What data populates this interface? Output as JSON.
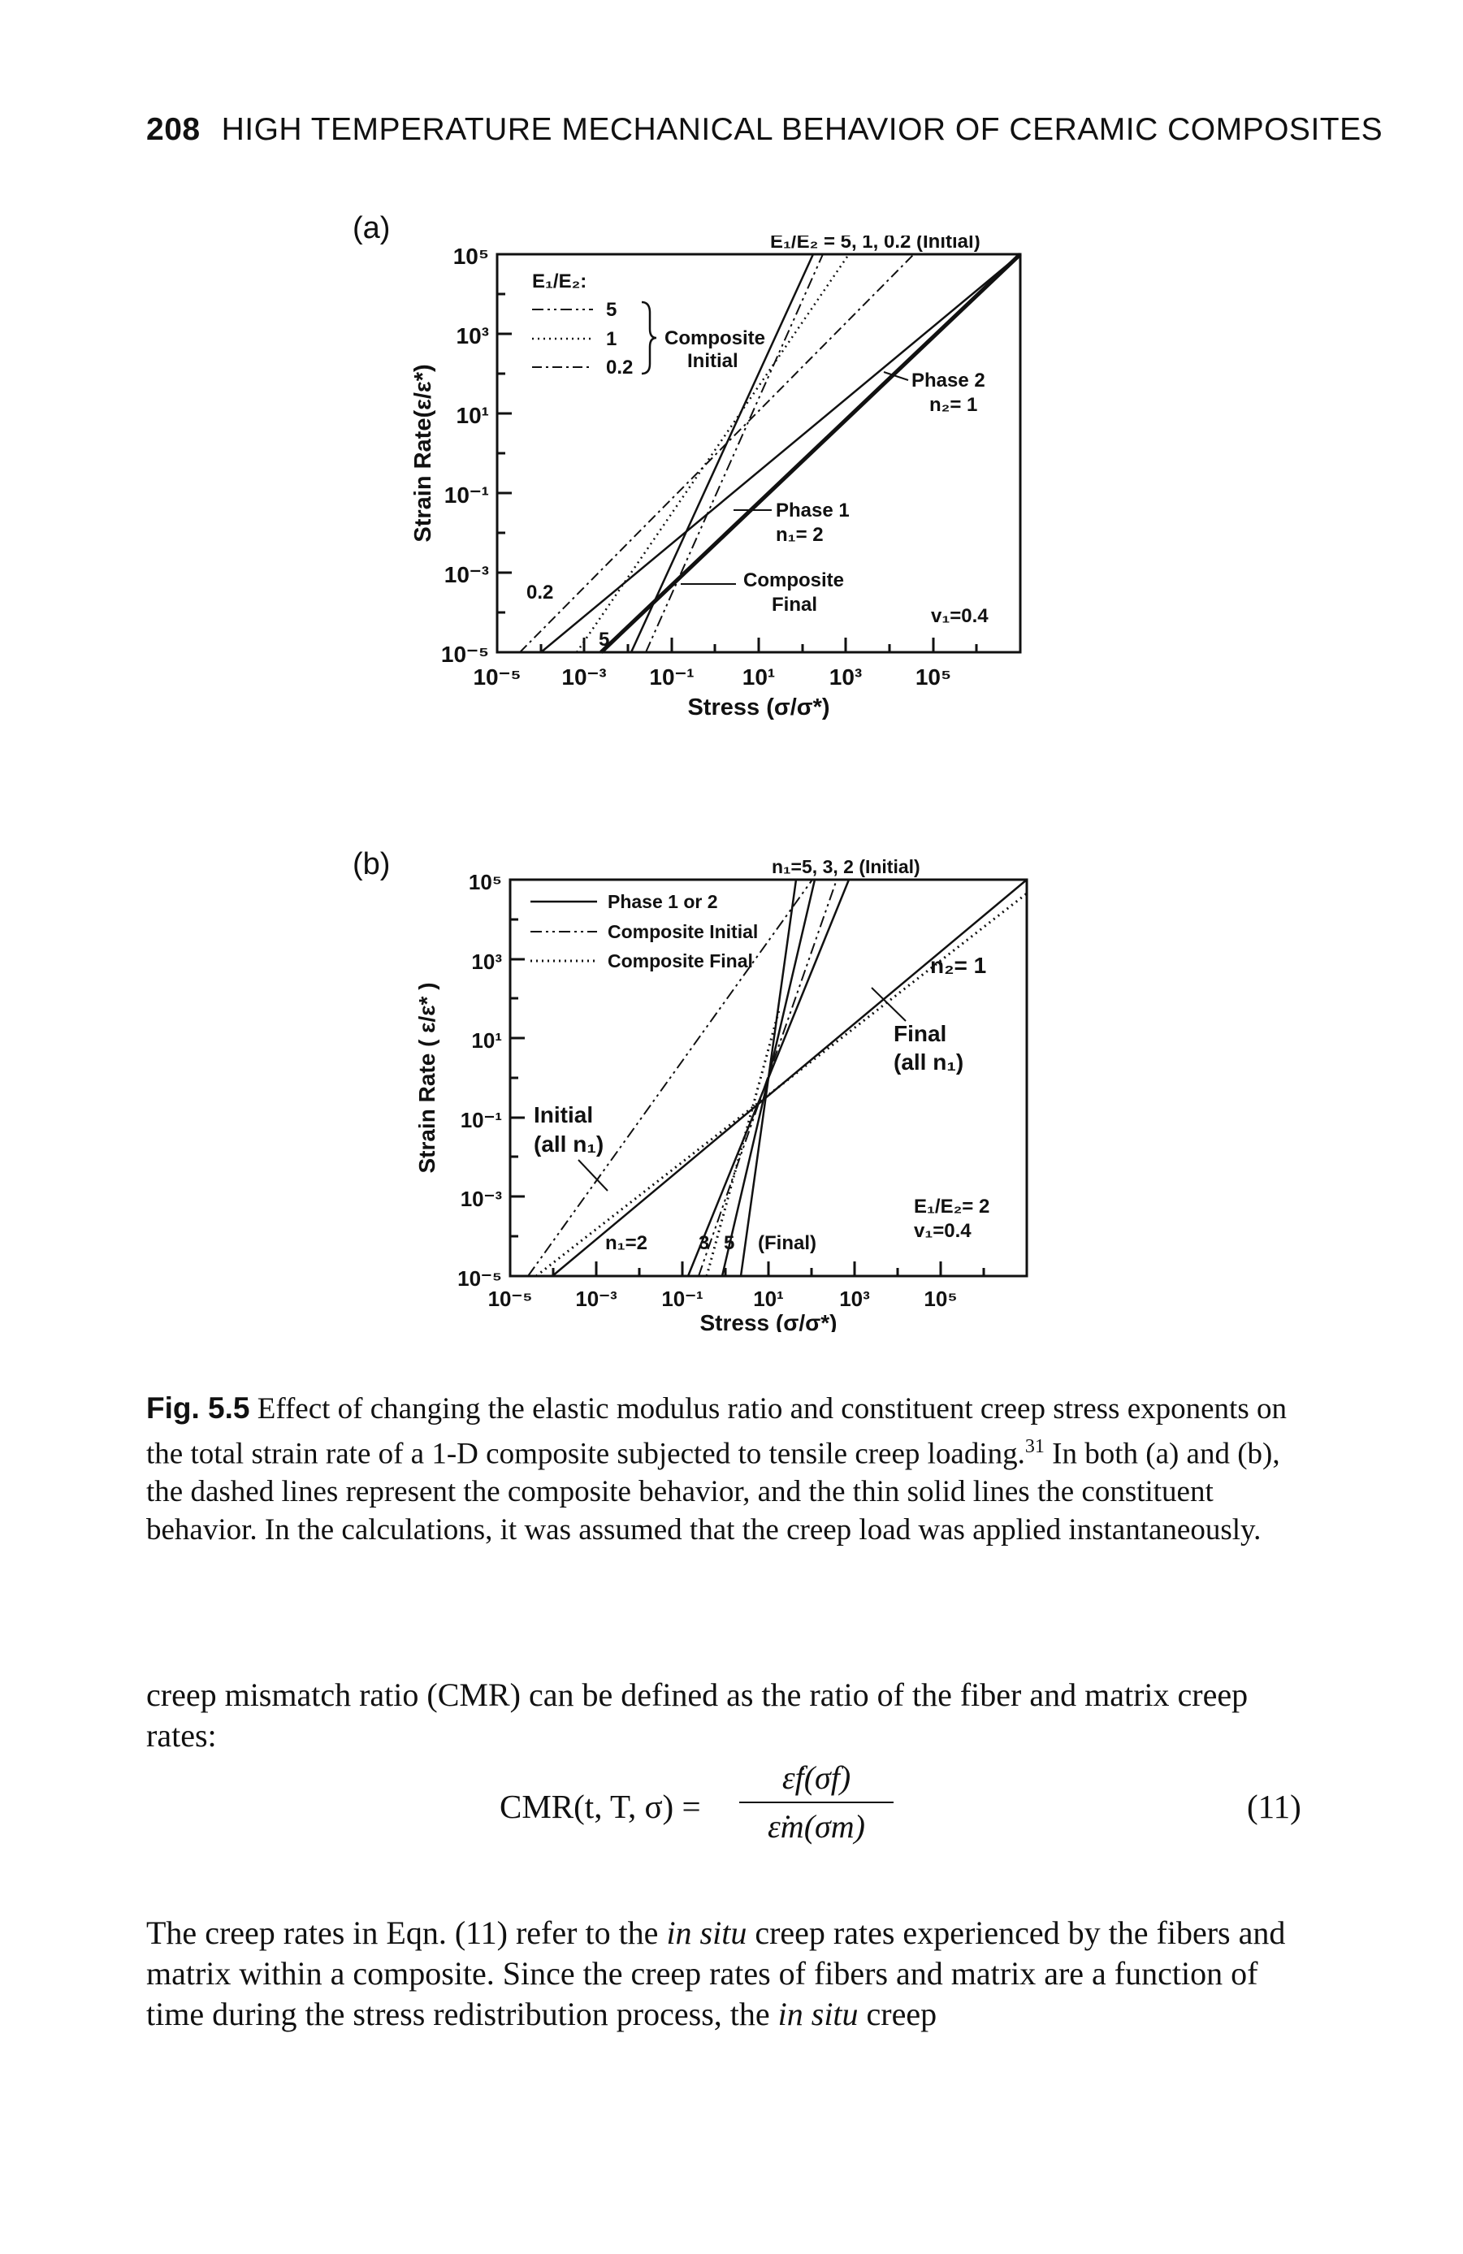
{
  "header": {
    "page_number": "208",
    "running_title": "HIGH TEMPERATURE MECHANICAL BEHAVIOR OF CERAMIC COMPOSITES"
  },
  "figure_a": {
    "panel_label": "(a)",
    "ylabel": "Strain Rate(ε/ε*)",
    "xlabel": "Stress (σ/σ*)",
    "x_ticks": [
      "10⁻⁵",
      "10⁻³",
      "10⁻¹",
      "10¹",
      "10³",
      "10⁵"
    ],
    "y_ticks": [
      "10⁵",
      "10³",
      "10¹",
      "10⁻¹",
      "10⁻³",
      "10⁻⁵"
    ],
    "top_annotation": "E₁/E₂ = 5,  1,  0.2 (Initial)",
    "legend_title": "E₁/E₂:",
    "legend_items": [
      "5",
      "1",
      "0.2"
    ],
    "legend_group_label": [
      "Composite",
      "Initial"
    ],
    "label_phase2": [
      "Phase 2",
      "n₂= 1"
    ],
    "label_phase1": [
      "Phase 1",
      "n₁= 2"
    ],
    "label_final": [
      "Composite",
      "Final"
    ],
    "label_v1": "v₁=0.4",
    "label_02": "0.2",
    "label_5": "5"
  },
  "figure_b": {
    "panel_label": "(b)",
    "ylabel": "Strain Rate ( ε/ε* )",
    "xlabel": "Stress (σ/σ*)",
    "x_ticks": [
      "10⁻⁵",
      "10⁻³",
      "10⁻¹",
      "10¹",
      "10³",
      "10⁵"
    ],
    "y_ticks": [
      "10⁵",
      "10³",
      "10¹",
      "10⁻¹",
      "10⁻³",
      "10⁻⁵"
    ],
    "top_annotation": "n₁=5,  3,  2 (Initial)",
    "legend_items": [
      "Phase 1 or 2",
      "Composite Initial",
      "Composite Final"
    ],
    "label_n2": "n₂= 1",
    "label_final": [
      "Final",
      "(all n₁)"
    ],
    "label_initial": [
      "Initial",
      "(all n₁)"
    ],
    "label_e_ratio": "E₁/E₂= 2",
    "label_v1": "v₁=0.4",
    "bottom_labels": [
      "n₁=2",
      "3",
      "5",
      "(Final)"
    ]
  },
  "caption": {
    "label": "Fig. 5.5",
    "text": " Effect of changing the elastic modulus ratio and constituent creep stress exponents on the total strain rate of a 1-D composite subjected to tensile creep loading.",
    "ref": "31",
    "text2": " In both (a) and (b), the dashed lines represent the composite behavior, and the thin solid lines the constituent behavior. In the calculations, it was assumed that the creep load was applied instantaneously."
  },
  "paragraph1": "creep mismatch ratio (CMR) can be defined as the ratio of the fiber and matrix creep rates:",
  "equation": {
    "lhs": "CMR(t, T, σ) =",
    "numerator": "ε̇f(σf)",
    "denominator": "ε̇m(σm)",
    "number": "(11)"
  },
  "paragraph2_a": "The creep rates in Eqn. (11) refer to the ",
  "paragraph2_em1": "in situ",
  "paragraph2_b": " creep rates experienced by the fibers and matrix within a composite. Since the creep rates of fibers and matrix are a function of time during the stress redistribution process, the ",
  "paragraph2_em2": "in situ",
  "paragraph2_c": " creep"
}
